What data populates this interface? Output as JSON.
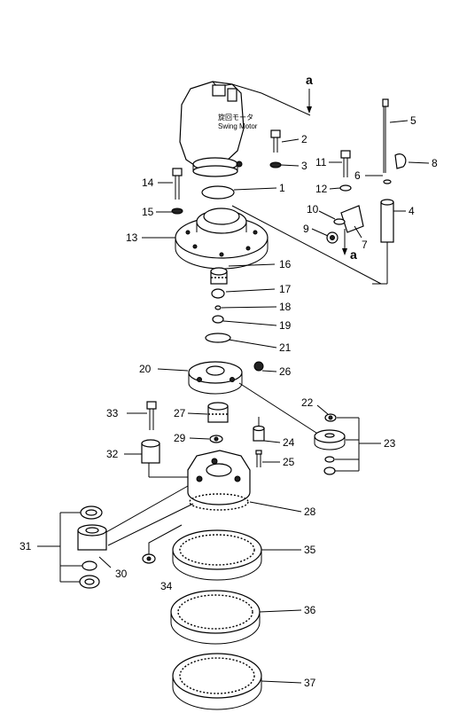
{
  "diagram": {
    "view_marker": "a",
    "motor_label_jp": "旋回モータ",
    "motor_label_en": "Swing Motor",
    "callouts": [
      "1",
      "2",
      "3",
      "4",
      "5",
      "6",
      "7",
      "8",
      "9",
      "10",
      "11",
      "12",
      "13",
      "14",
      "15",
      "16",
      "17",
      "18",
      "19",
      "20",
      "21",
      "22",
      "23",
      "24",
      "25",
      "26",
      "27",
      "28",
      "29",
      "30",
      "31",
      "32",
      "33",
      "34",
      "35",
      "36",
      "37"
    ]
  }
}
